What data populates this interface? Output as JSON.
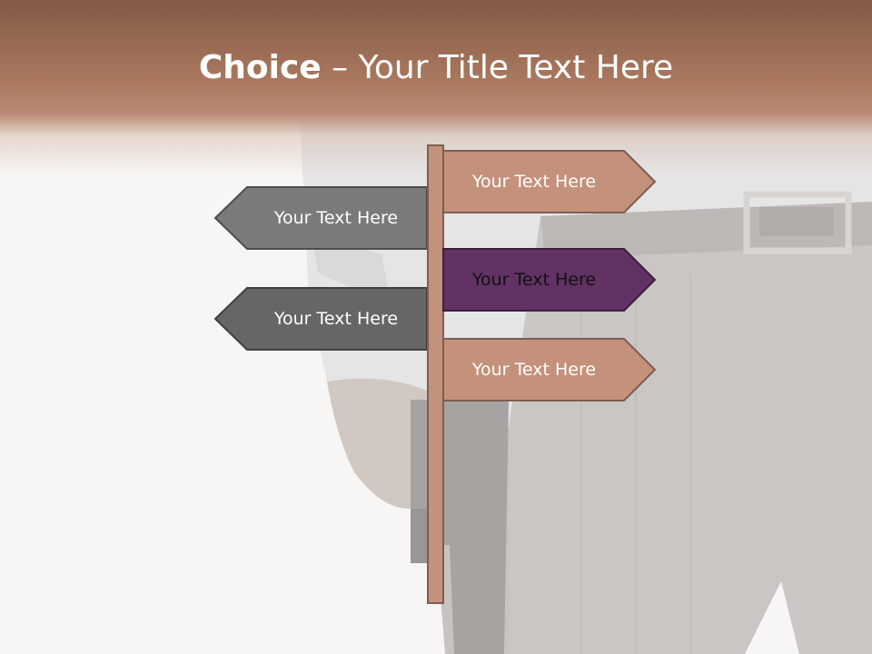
{
  "slide": {
    "title_strong": "Choice",
    "title_dash": " – ",
    "title_rest": "Your Title Text Here"
  },
  "signs": {
    "right": [
      {
        "label": "Your Text Here",
        "color": "#c4917a"
      },
      {
        "label": "Your Text Here",
        "color": "#623264"
      },
      {
        "label": "Your Text Here",
        "color": "#c4917a"
      }
    ],
    "left": [
      {
        "label": "Your Text Here",
        "color": "#7a7a7a"
      },
      {
        "label": "Your Text Here",
        "color": "#666666"
      }
    ]
  },
  "colors": {
    "header": "#a8765c",
    "post": "#c4917a",
    "outline": "#7a5f52"
  }
}
